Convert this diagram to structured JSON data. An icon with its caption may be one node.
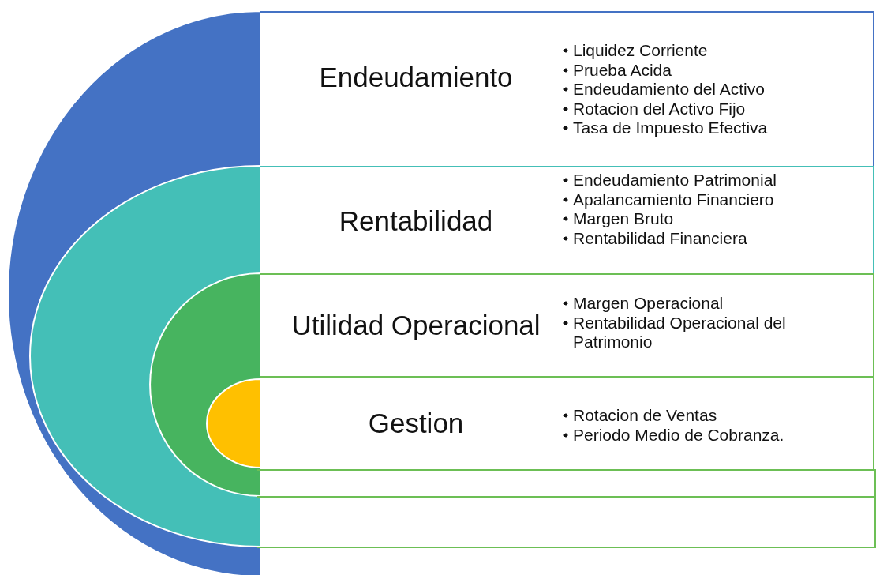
{
  "diagram": {
    "nodes": [
      {
        "text": [
          "Endeudamiento",
          "Liquidez Corriente",
          "Prueba Acida",
          "Endeudamiento del Activo",
          "Rotacion del Activo Fijo",
          "Tasa de Impuesto Efectiva"
        ]
      },
      {
        "text": [
          "Rentabilidad",
          "Endeudamiento Patrimonial",
          "Apalancamiento Financiero",
          "Margen Bruto",
          "Rentabilidad Financiera"
        ]
      },
      {
        "text": [
          "Utilidad Operacional",
          "Margen Operacional",
          "Rentabilidad Operacional del Patrimonio"
        ]
      },
      {
        "text": [
          "Gestion",
          "Rotacion de Ventas",
          "Periodo Medio de Cobranza."
        ]
      },
      {
        "text": [],
        "shape": "box"
      },
      {
        "text": [],
        "shape": "box"
      }
    ],
    "edges": []
  }
}
